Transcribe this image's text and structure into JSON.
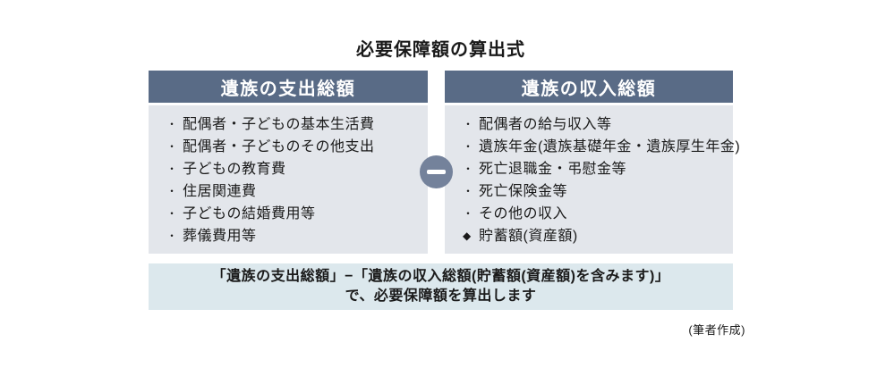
{
  "title": "必要保障額の算出式",
  "expense_box": {
    "header": "遺族の支出総額",
    "items": [
      {
        "bullet": "・",
        "text": "配偶者・子どもの基本生活費"
      },
      {
        "bullet": "・",
        "text": "配偶者・子どものその他支出"
      },
      {
        "bullet": "・",
        "text": "子どもの教育費"
      },
      {
        "bullet": "・",
        "text": "住居関連費"
      },
      {
        "bullet": "・",
        "text": "子どもの結婚費用等"
      },
      {
        "bullet": "・",
        "text": "葬儀費用等"
      }
    ]
  },
  "income_box": {
    "header": "遺族の収入総額",
    "items": [
      {
        "bullet": "・",
        "text": "配偶者の給与収入等"
      },
      {
        "bullet": "・",
        "text": "遺族年金(遺族基礎年金・遺族厚生年金)"
      },
      {
        "bullet": "・",
        "text": "死亡退職金・弔慰金等"
      },
      {
        "bullet": "・",
        "text": "死亡保険金等"
      },
      {
        "bullet": "・",
        "text": "その他の収入"
      },
      {
        "bullet": "◆",
        "text": "貯蓄額(資産額)"
      }
    ]
  },
  "operator_icon": "minus-circle-icon",
  "formula_box": {
    "line1": "「遺族の支出総額」−「遺族の収入総額(貯蓄額(資産額)を含みます)」",
    "line2": "で、必要保障額を算出します"
  },
  "caption": "(筆者作成)",
  "colors": {
    "header_bg": "#596b86",
    "body_bg": "#e3e6eb",
    "formula_bg": "#dce8ed",
    "operator_circle": "#74829b",
    "header_text": "#ffffff",
    "text": "#1a1a1a"
  }
}
